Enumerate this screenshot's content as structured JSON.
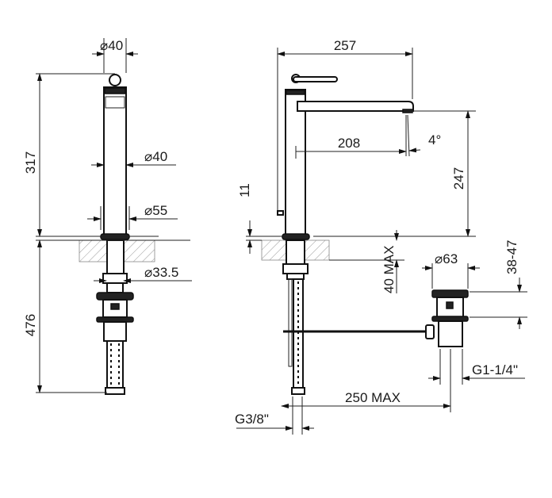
{
  "drawing": {
    "front_view": {
      "dims": {
        "top_diameter": "⌀40",
        "total_height": "317",
        "body_diameter": "⌀40",
        "base_diameter": "⌀55",
        "shank_diameter": "⌀33.5",
        "below_deck": "476"
      }
    },
    "side_view": {
      "dims": {
        "spout_reach_total": "257",
        "spout_reach": "208",
        "spout_angle": "4°",
        "spout_height": "247",
        "lever_height": "11",
        "deck_thickness": "40 MAX",
        "waste_diameter": "⌀63",
        "waste_range": "38-47",
        "waste_thread": "G1-1/4\"",
        "rod_length": "250 MAX",
        "supply_thread": "G3/8\""
      }
    }
  }
}
